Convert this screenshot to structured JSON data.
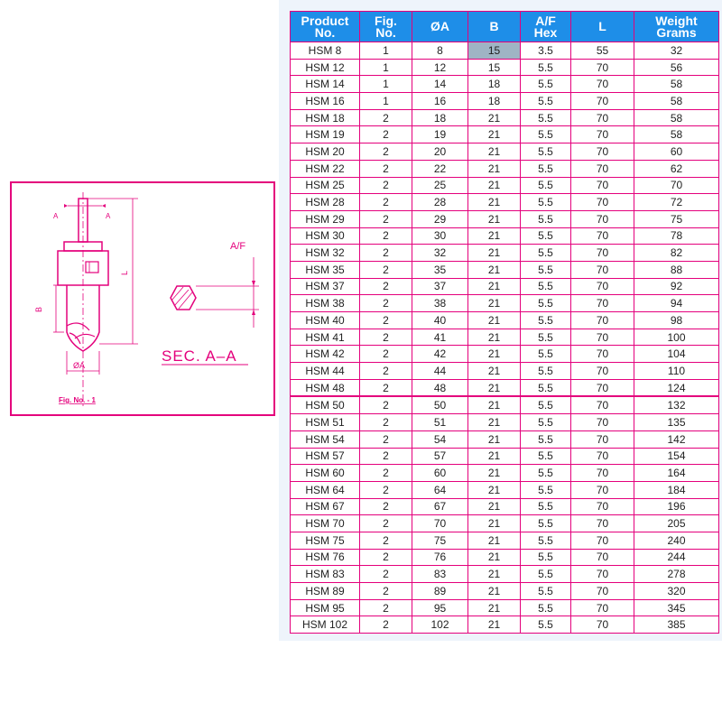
{
  "figure": {
    "caption": "Fig. No. - 1",
    "section_label": "SEC. A–A",
    "labels": {
      "a": "A",
      "b": "B",
      "l": "L",
      "oa": "ØA",
      "af": "A/F"
    }
  },
  "table": {
    "headers": [
      [
        "Product",
        "No."
      ],
      [
        "Fig.",
        "No."
      ],
      [
        "ØA"
      ],
      [
        "B"
      ],
      [
        "A/F",
        "Hex"
      ],
      [
        "L"
      ],
      [
        "Weight",
        "Grams"
      ]
    ],
    "rows": [
      [
        "HSM 8",
        "1",
        "8",
        "15",
        "3.5",
        "55",
        "32"
      ],
      [
        "HSM 12",
        "1",
        "12",
        "15",
        "5.5",
        "70",
        "56"
      ],
      [
        "HSM 14",
        "1",
        "14",
        "18",
        "5.5",
        "70",
        "58"
      ],
      [
        "HSM 16",
        "1",
        "16",
        "18",
        "5.5",
        "70",
        "58"
      ],
      [
        "HSM 18",
        "2",
        "18",
        "21",
        "5.5",
        "70",
        "58"
      ],
      [
        "HSM 19",
        "2",
        "19",
        "21",
        "5.5",
        "70",
        "58"
      ],
      [
        "HSM 20",
        "2",
        "20",
        "21",
        "5.5",
        "70",
        "60"
      ],
      [
        "HSM 22",
        "2",
        "22",
        "21",
        "5.5",
        "70",
        "62"
      ],
      [
        "HSM 25",
        "2",
        "25",
        "21",
        "5.5",
        "70",
        "70"
      ],
      [
        "HSM 28",
        "2",
        "28",
        "21",
        "5.5",
        "70",
        "72"
      ],
      [
        "HSM 29",
        "2",
        "29",
        "21",
        "5.5",
        "70",
        "75"
      ],
      [
        "HSM 30",
        "2",
        "30",
        "21",
        "5.5",
        "70",
        "78"
      ],
      [
        "HSM 32",
        "2",
        "32",
        "21",
        "5.5",
        "70",
        "82"
      ],
      [
        "HSM 35",
        "2",
        "35",
        "21",
        "5.5",
        "70",
        "88"
      ],
      [
        "HSM 37",
        "2",
        "37",
        "21",
        "5.5",
        "70",
        "92"
      ],
      [
        "HSM 38",
        "2",
        "38",
        "21",
        "5.5",
        "70",
        "94"
      ],
      [
        "HSM 40",
        "2",
        "40",
        "21",
        "5.5",
        "70",
        "98"
      ],
      [
        "HSM 41",
        "2",
        "41",
        "21",
        "5.5",
        "70",
        "100"
      ],
      [
        "HSM 42",
        "2",
        "42",
        "21",
        "5.5",
        "70",
        "104"
      ],
      [
        "HSM 44",
        "2",
        "44",
        "21",
        "5.5",
        "70",
        "110"
      ],
      [
        "HSM 48",
        "2",
        "48",
        "21",
        "5.5",
        "70",
        "124"
      ],
      [
        "HSM 50",
        "2",
        "50",
        "21",
        "5.5",
        "70",
        "132"
      ],
      [
        "HSM 51",
        "2",
        "51",
        "21",
        "5.5",
        "70",
        "135"
      ],
      [
        "HSM 54",
        "2",
        "54",
        "21",
        "5.5",
        "70",
        "142"
      ],
      [
        "HSM 57",
        "2",
        "57",
        "21",
        "5.5",
        "70",
        "154"
      ],
      [
        "HSM 60",
        "2",
        "60",
        "21",
        "5.5",
        "70",
        "164"
      ],
      [
        "HSM 64",
        "2",
        "64",
        "21",
        "5.5",
        "70",
        "184"
      ],
      [
        "HSM 67",
        "2",
        "67",
        "21",
        "5.5",
        "70",
        "196"
      ],
      [
        "HSM 70",
        "2",
        "70",
        "21",
        "5.5",
        "70",
        "205"
      ],
      [
        "HSM 75",
        "2",
        "75",
        "21",
        "5.5",
        "70",
        "240"
      ],
      [
        "HSM 76",
        "2",
        "76",
        "21",
        "5.5",
        "70",
        "244"
      ],
      [
        "HSM 83",
        "2",
        "83",
        "21",
        "5.5",
        "70",
        "278"
      ],
      [
        "HSM 89",
        "2",
        "89",
        "21",
        "5.5",
        "70",
        "320"
      ],
      [
        "HSM 95",
        "2",
        "95",
        "21",
        "5.5",
        "70",
        "345"
      ],
      [
        "HSM 102",
        "2",
        "102",
        "21",
        "5.5",
        "70",
        "385"
      ]
    ]
  },
  "colors": {
    "frame": "#e4007c",
    "header_bg": "#1e8ee8",
    "header_text": "#ffffff",
    "panel_bg": "#eef4fb",
    "highlight_cell": "#9fb4c4"
  }
}
